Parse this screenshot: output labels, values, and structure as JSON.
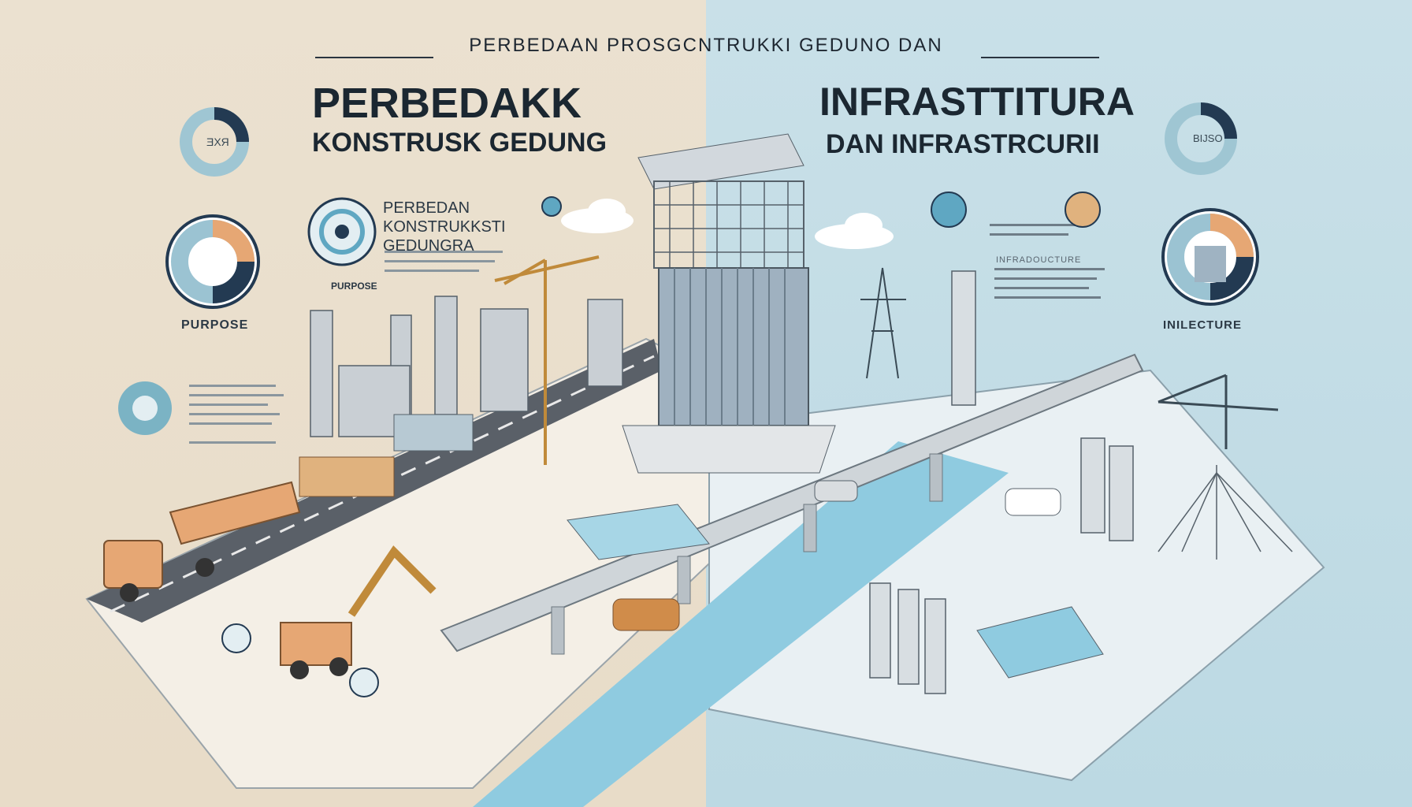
{
  "header": {
    "top_title": "PERBEDAAN PROSGCNTRUKKI GEDUNO DAN"
  },
  "left": {
    "title_line1": "PERBEDAKK",
    "title_line2": "KONSTRUSK GEDUNG",
    "block_title": "PERBEDAN KONSTRUKKSTI GEDUNGRA",
    "block_tag": "PURPOSE",
    "donut_label": "PURPOSE",
    "donut_small_text": "ƎХЯ"
  },
  "right": {
    "title_line1": "INFRASTTITURA",
    "title_line2": "DAN INFRASTRCURII",
    "block_title": "INFRADOUCTURE",
    "donut_label": "INILECTURE",
    "donut_small_text": "BIJSO"
  },
  "colors": {
    "beige_bg": "#ebe1d0",
    "blue_bg": "#c4dde6",
    "navy": "#233a52",
    "orange": "#e6a774",
    "teal": "#5fa7c2",
    "water": "#8fcbe0",
    "road": "#5a6068"
  }
}
